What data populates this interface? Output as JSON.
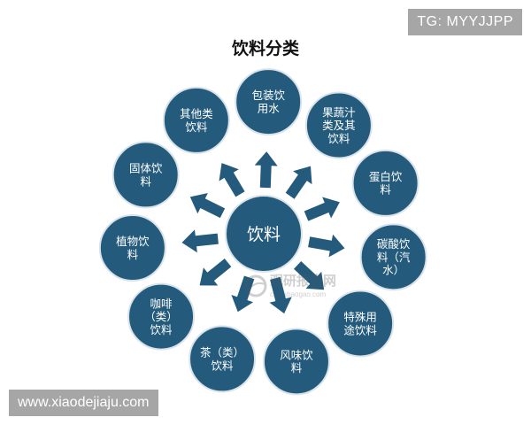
{
  "tag": "TG: MYYJJPP",
  "title": "饮料分类",
  "center": {
    "label": "饮料"
  },
  "categories": [
    {
      "label": "包装饮\n用水"
    },
    {
      "label": "果蔬汁\n类及其\n饮料"
    },
    {
      "label": "蛋白饮\n料"
    },
    {
      "label": "碳酸饮\n料（汽\n水）"
    },
    {
      "label": "特殊用\n途饮料"
    },
    {
      "label": "风味饮\n料"
    },
    {
      "label": "茶（类）\n饮料"
    },
    {
      "label": "咖啡\n（类）\n饮料"
    },
    {
      "label": "植物饮\n料"
    },
    {
      "label": "固体饮\n料"
    },
    {
      "label": "其他类\n饮料"
    }
  ],
  "watermark": {
    "cn": "观研报告网",
    "en": "chinabaogao.com",
    "url": "www.xiaodejiaju.com"
  },
  "colors": {
    "circle": "#245b7c",
    "circle_border": "#d9e3ea",
    "center": "#245b7c",
    "arrow": "#245b7c"
  }
}
